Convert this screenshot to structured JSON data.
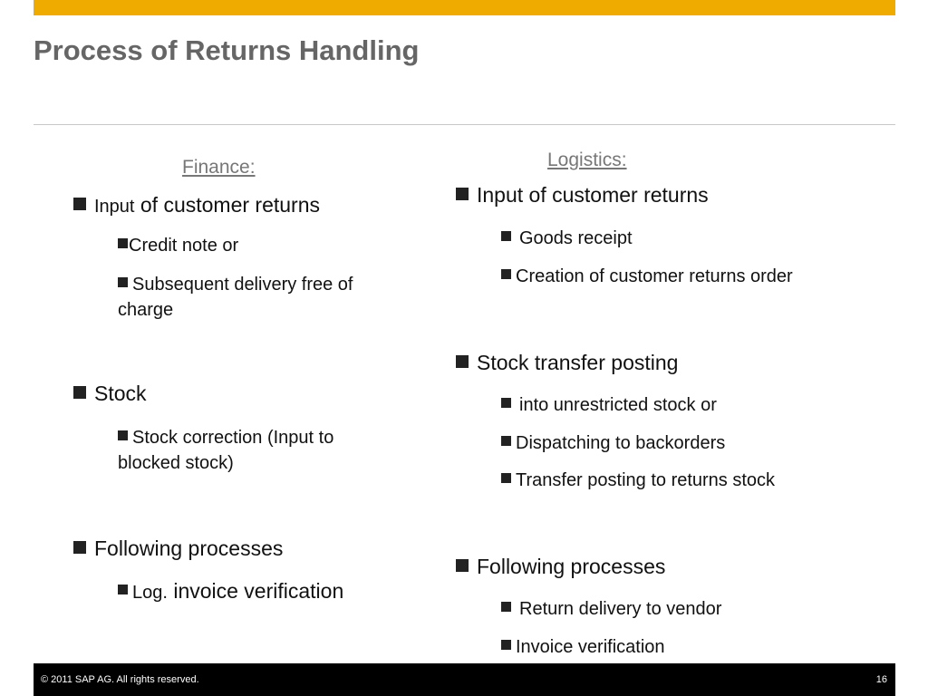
{
  "slide": {
    "title": "Process of Returns Handling",
    "accent_color": "#f0ab00",
    "bullet_icon": "square-bullet-icon"
  },
  "finance": {
    "heading": "Finance:",
    "input_prefix": "Input",
    "input_rest": " of customer returns",
    "credit_note": "Credit note or",
    "subsequent_delivery": "Subsequent delivery free of charge",
    "stock": "Stock",
    "stock_correction": "Stock correction (Input to blocked stock)",
    "following": "Following processes",
    "log_prefix": "Log.",
    "log_rest": " invoice verification"
  },
  "logistics": {
    "heading": "Logistics:",
    "input": "Input of customer returns",
    "goods_receipt": "Goods receipt",
    "creation_order": "Creation of customer returns order",
    "stock_transfer": "Stock transfer posting",
    "unrestricted": "into unrestricted stock or",
    "dispatching": "Dispatching to backorders",
    "transfer_returns": "Transfer posting to returns stock",
    "following": "Following processes",
    "return_vendor": "Return delivery to vendor",
    "invoice_verification": "Invoice verification"
  },
  "footer": {
    "copyright": "©  2011 SAP AG. All rights reserved.",
    "page_number": "16"
  }
}
